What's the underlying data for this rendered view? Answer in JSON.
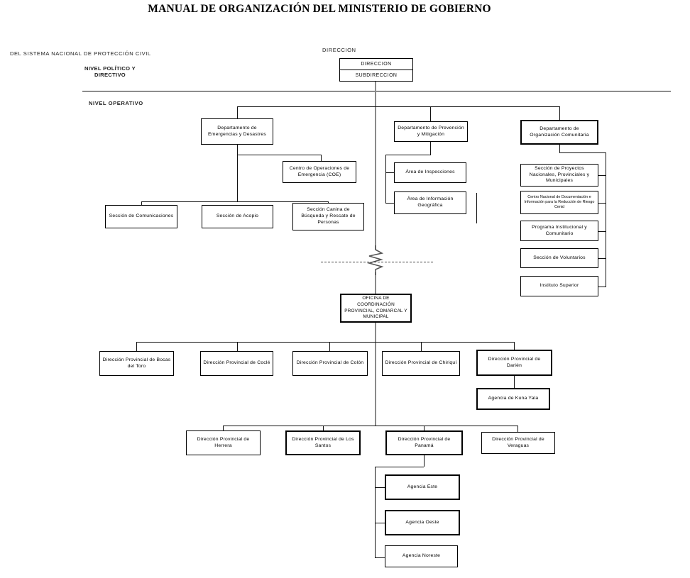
{
  "title": "MANUAL DE ORGANIZACIÓN DEL MINISTERIO DE GOBIERNO",
  "labels": {
    "subtitle": "DEL SISTEMA NACIONAL DE PROTECCIÓN CIVIL",
    "level_politico": "NIVEL  POLÍTICO Y DIRECTIVO",
    "level_operativo": "NIVEL OPERATIVO",
    "direccion_caption": "DIRECCION"
  },
  "colors": {
    "background": "#ffffff",
    "line": "#111111",
    "trunk_line": "#8a8a8a",
    "text": "#000000"
  },
  "nodes": {
    "direccion": "DIRECCION",
    "subdireccion": "SUBDIRECCION",
    "dept_emergencias": "Departamento de Emergencias y Desastres",
    "dept_prevencion": "Departamento de Prevención y Mitigación",
    "dept_comunitaria": "Departamento de Organización Comunitaria",
    "coe": "Centro de Operaciones de Emergencia (COE)",
    "area_inspecciones": "Área de Inspecciones",
    "area_informacion": "Área de Información Geográfica",
    "seccion_comunicaciones": "Sección de Comunicaciones",
    "seccion_acopio": "Sección de Acopio",
    "seccion_canina": "Sección  Canina de Búsqueda y Rescate de Personas",
    "seccion_proyectos": "Sección de Proyectos Nacionales, Provinciales y Municipales",
    "centro_nacional": "Centro Nacional de Documentación e Información para la Reducción de Riesgo Cenid",
    "programa_institucional": "Programa Institucional y Comunitario",
    "seccion_voluntarios": "Sección  de Voluntarios",
    "instituto_superior": "Instituto Superior",
    "oficina_coordinacion": "OFICINA DE COORDINACIÓN PROVINCIAL, COMARCAL Y MUNICIPAL",
    "dp_bocas": "Dirección Provincial de Bocas del Toro",
    "dp_cocle": "Dirección Provincial de Coclé",
    "dp_colon": "Dirección Provincial de Colón",
    "dp_chiriqui": "Dirección Provincial de Chiriquí",
    "dp_darien": "Dirección Provincial de Darién",
    "agencia_kuna": "Agencia de Kuna Yala",
    "dp_herrera": "Dirección Provincial de Herrera",
    "dp_los_santos": "Dirección Provincial de Los Santos",
    "dp_panama": "Dirección Provincial de Panamá",
    "dp_veraguas": "Dirección Provincial de Veraguas",
    "agencia_este": "Agencia Este",
    "agencia_oeste": "Agencia Oeste",
    "agencia_noreste": "Agencia Noreste"
  }
}
